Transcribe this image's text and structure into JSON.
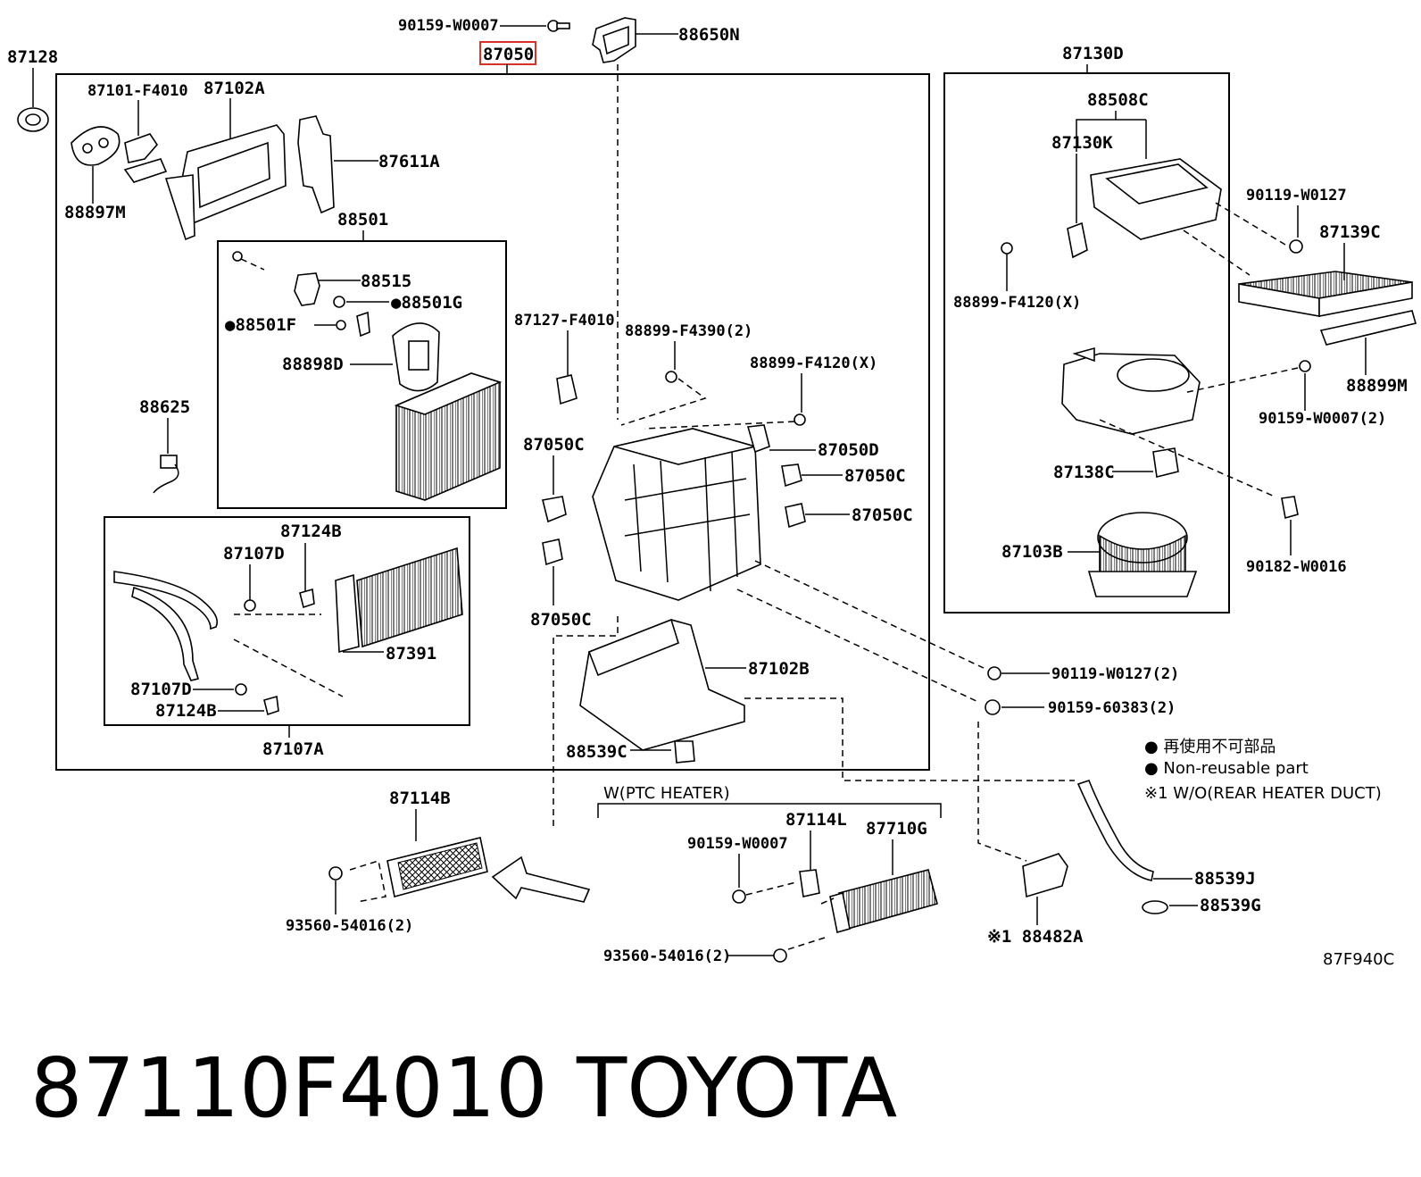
{
  "selected_part": "87050",
  "labels": {
    "p87128": "87128",
    "p87101F4010": "87101-F4010",
    "p87102A": "87102A",
    "p87611A": "87611A",
    "p88897M": "88897M",
    "p88501": "88501",
    "p88515": "88515",
    "p88501G": "●88501G",
    "p88501F": "●88501F",
    "p88898D": "88898D",
    "p88625": "88625",
    "p87124B_top": "87124B",
    "p87107D_top": "87107D",
    "p87391": "87391",
    "p87107D_bot": "87107D",
    "p87124B_bot": "87124B",
    "p87107A": "87107A",
    "p90159W0007_top": "90159-W0007",
    "p88650N": "88650N",
    "p87127F4010": "87127-F4010",
    "p88899F4390": "88899-F4390(2)",
    "p88899F4120_mid": "88899-F4120(X)",
    "p87050C_1": "87050C",
    "p87050D": "87050D",
    "p87050C_2": "87050C",
    "p87050C_3": "87050C",
    "p87050C_4": "87050C",
    "p87102B": "87102B",
    "p88539C": "88539C",
    "p87130D": "87130D",
    "p88508C": "88508C",
    "p87130K": "87130K",
    "p90119W0127": "90119-W0127",
    "p87139C": "87139C",
    "p88899F4120_right": "88899-F4120(X)",
    "p88899M": "88899M",
    "p90159W0007_2": "90159-W0007(2)",
    "p87138C": "87138C",
    "p87103B": "87103B",
    "p90182W0016": "90182-W0016",
    "p90119W0127_2": "90119-W0127(2)",
    "p9015960383": "90159-60383(2)",
    "p87114B": "87114B",
    "p93560_left": "93560-54016(2)",
    "ptc_heater": "W(PTC HEATER)",
    "p87114L": "87114L",
    "p90159W0007_ptc": "90159-W0007",
    "p87710G": "87710G",
    "p93560_ptc": "93560-54016(2)",
    "p88482A": "※1 88482A",
    "p88539J": "88539J",
    "p88539G": "88539G",
    "diagram_code": "87F940C"
  },
  "legend": {
    "line1": "● 再使用不可部品",
    "line2": "● Non-reusable part",
    "line3": "※1 W/O(REAR HEATER DUCT)"
  },
  "footer": {
    "part_number": "87110F4010",
    "brand": "TOYOTA"
  },
  "colors": {
    "highlight": "#d9302c",
    "line": "#000000",
    "background": "#ffffff"
  }
}
